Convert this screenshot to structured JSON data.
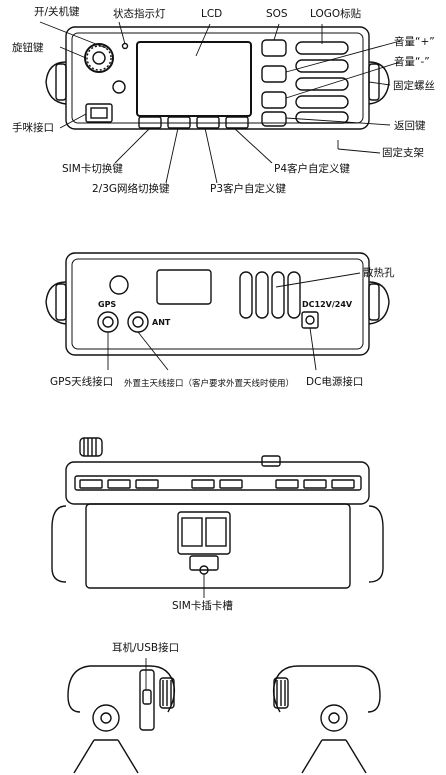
{
  "front_panel": {
    "callouts": {
      "power_key": "开/关机键",
      "status_led": "状态指示灯",
      "lcd": "LCD",
      "sos": "SOS",
      "logo_sticker": "LOGO标贴",
      "volume_up": "音量“+”",
      "volume_down": "音量“-”",
      "knob_key": "旋钮键",
      "fixing_screw": "固定螺丝",
      "mic_port": "手咪接口",
      "return_key": "返回键",
      "fixing_bracket": "固定支架",
      "sim_switch_key": "SIM卡切换键",
      "p4_key": "P4客户自定义键",
      "network_switch_key": "2/3G网络切换键",
      "p3_key": "P3客户自定义键"
    }
  },
  "rear_panel": {
    "panel_text": {
      "gps": "GPS",
      "ant": "ANT",
      "dc_rating": "DC12V/24V"
    },
    "callouts": {
      "vents": "散热孔",
      "gps_antenna_port": "GPS天线接口",
      "external_antenna_port": "外置主天线接口（客户要求外置天线时使用）",
      "dc_power_port": "DC电源接口"
    }
  },
  "bottom_view": {
    "callouts": {
      "sim_slot": "SIM卡插卡槽"
    }
  },
  "side_view": {
    "callouts": {
      "earphone_usb_port": "耳机/USB接口"
    }
  }
}
